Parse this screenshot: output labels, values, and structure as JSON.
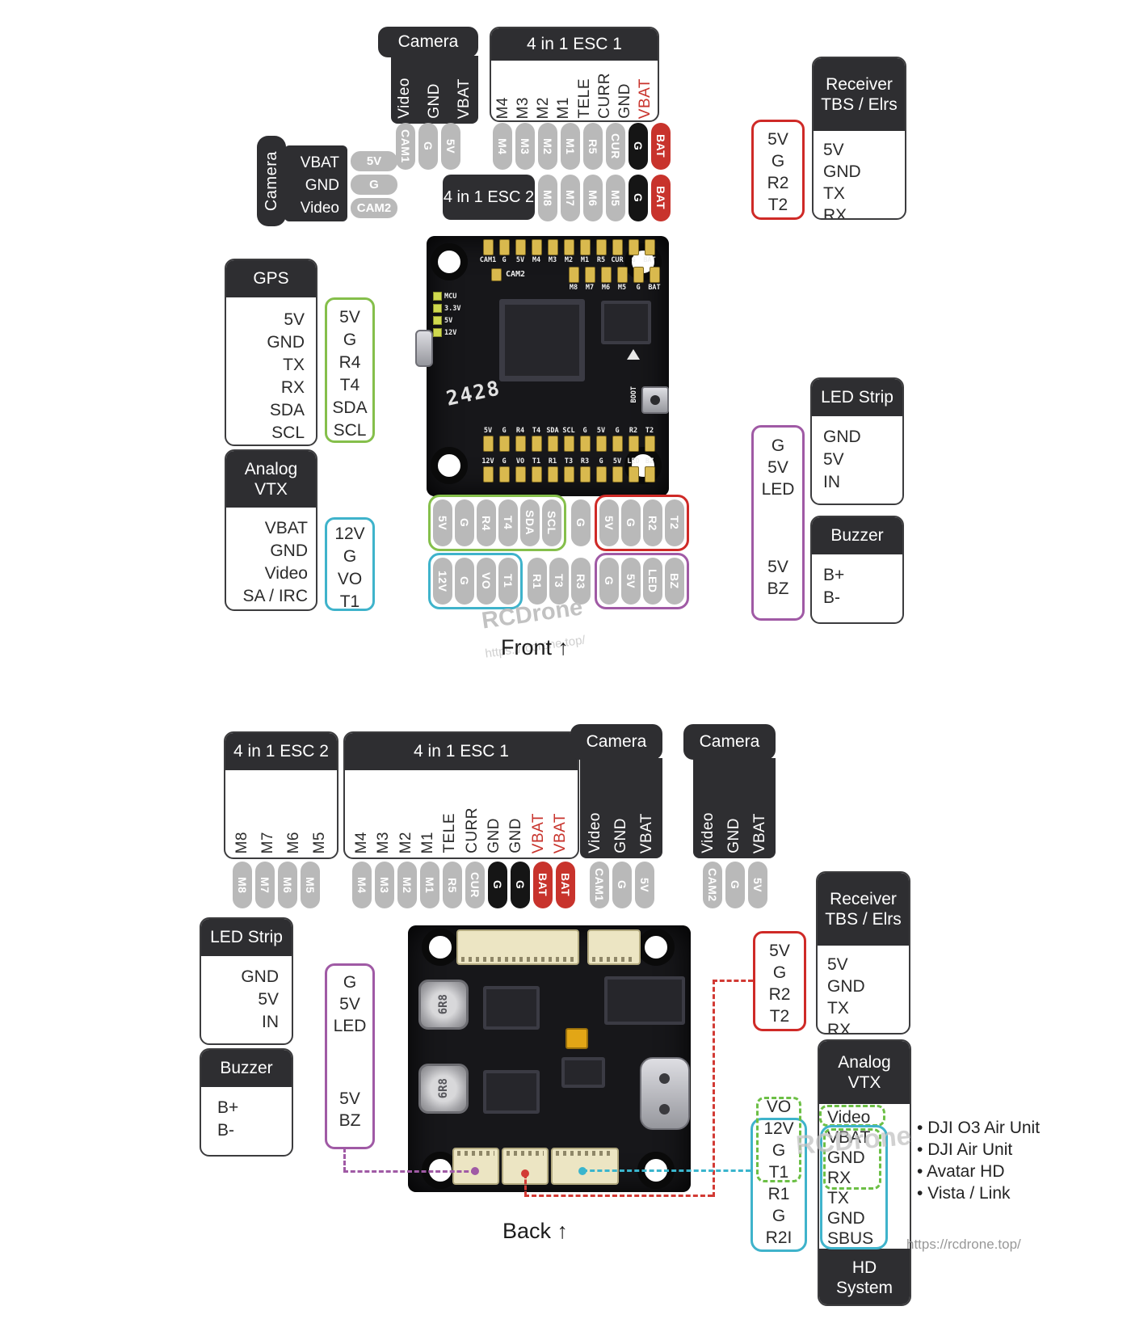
{
  "watermark": {
    "brand": "RCDrone",
    "url": "https://rcdrone.top/"
  },
  "front": {
    "section_label": "Front ↑",
    "camera_top": {
      "title": "Camera",
      "labels": [
        {
          "t": "Video"
        },
        {
          "t": "GND"
        },
        {
          "t": "VBAT"
        }
      ],
      "pads": [
        {
          "t": "CAM1"
        },
        {
          "t": "G"
        },
        {
          "t": "5V"
        }
      ]
    },
    "camera_left": {
      "title": "Camera",
      "rows": [
        "VBAT",
        "GND",
        "Video"
      ],
      "pads": [
        {
          "t": "5V"
        },
        {
          "t": "G"
        },
        {
          "t": "CAM2"
        }
      ]
    },
    "esc1": {
      "title": "4 in 1 ESC 1",
      "labels": [
        {
          "t": "M4"
        },
        {
          "t": "M3"
        },
        {
          "t": "M2"
        },
        {
          "t": "M1"
        },
        {
          "t": "TELE"
        },
        {
          "t": "CURR"
        },
        {
          "t": "GND"
        },
        {
          "t": "VBAT",
          "c": "red"
        }
      ],
      "pads": [
        {
          "t": "M4"
        },
        {
          "t": "M3"
        },
        {
          "t": "M2"
        },
        {
          "t": "M1"
        },
        {
          "t": "R5"
        },
        {
          "t": "CUR"
        },
        {
          "t": "G",
          "c": "black"
        },
        {
          "t": "BAT",
          "c": "red"
        }
      ]
    },
    "esc2": {
      "title": "4 in 1 ESC 2",
      "pads": [
        {
          "t": "M8"
        },
        {
          "t": "M7"
        },
        {
          "t": "M6"
        },
        {
          "t": "M5"
        },
        {
          "t": "G",
          "c": "black"
        },
        {
          "t": "BAT",
          "c": "red"
        }
      ]
    },
    "receiver": {
      "title_line1": "Receiver",
      "title_line2": "TBS / Elrs",
      "rows": [
        "5V",
        "GND",
        "TX",
        "RX"
      ],
      "pinbox": [
        "5V",
        "G",
        "R2",
        "T2"
      ]
    },
    "gps": {
      "title": "GPS",
      "rows": [
        "5V",
        "GND",
        "TX",
        "RX",
        "SDA",
        "SCL"
      ],
      "pinbox": [
        "5V",
        "G",
        "R4",
        "T4",
        "SDA",
        "SCL"
      ]
    },
    "analog_vtx": {
      "title_line1": "Analog",
      "title_line2": "VTX",
      "rows": [
        "VBAT",
        "GND",
        "Video",
        "SA / IRC"
      ],
      "pinbox": [
        "12V",
        "G",
        "VO",
        "T1"
      ]
    },
    "led_strip": {
      "title": "LED Strip",
      "rows": [
        "GND",
        "5V",
        "IN"
      ]
    },
    "buzzer": {
      "title": "Buzzer",
      "rows": [
        "B+",
        "B-"
      ]
    },
    "purple_pins": {
      "top": [
        "G",
        "5V",
        "LED"
      ],
      "bottom": [
        "5V",
        "BZ"
      ]
    },
    "bottom_row1": {
      "uart4_group": [
        {
          "t": "5V"
        },
        {
          "t": "G"
        },
        {
          "t": "R4"
        },
        {
          "t": "T4"
        },
        {
          "t": "SDA"
        },
        {
          "t": "SCL"
        }
      ],
      "mid": [
        {
          "t": "G"
        }
      ],
      "uart2_group": [
        {
          "t": "5V"
        },
        {
          "t": "G"
        },
        {
          "t": "R2"
        },
        {
          "t": "T2"
        }
      ]
    },
    "bottom_row2": {
      "vtx_group": [
        {
          "t": "12V"
        },
        {
          "t": "G"
        },
        {
          "t": "VO"
        },
        {
          "t": "T1"
        }
      ],
      "mid": [
        {
          "t": "R1"
        },
        {
          "t": "T3"
        },
        {
          "t": "R3"
        }
      ],
      "led_group": [
        {
          "t": "G"
        },
        {
          "t": "5V"
        },
        {
          "t": "LED"
        },
        {
          "t": "BZ"
        }
      ]
    },
    "board": {
      "silk_top_row1": "CAM1 G 5V M4 M3 M2 M1 R5 CUR G BAT",
      "silk_cam2": "CAM2",
      "silk_top_row2": "M8 M7 M6 M5 G BAT",
      "leds": [
        "MCU",
        "3.3V",
        "5V",
        "12V"
      ],
      "code": "2428",
      "boot_label": "BOOT",
      "silk_bottom_row1": "5V G R4 T4 SDA SCL G 5V G R2 T2",
      "silk_bottom_row2": "12V G VO T1 R1 T3 R3 G 5V LED BZ"
    }
  },
  "back": {
    "section_label": "Back ↑",
    "esc2": {
      "title": "4 in 1 ESC 2",
      "labels": [
        {
          "t": "M8"
        },
        {
          "t": "M7"
        },
        {
          "t": "M6"
        },
        {
          "t": "M5"
        }
      ],
      "pads": [
        {
          "t": "M8"
        },
        {
          "t": "M7"
        },
        {
          "t": "M6"
        },
        {
          "t": "M5"
        }
      ]
    },
    "esc1": {
      "title": "4 in 1 ESC 1",
      "labels": [
        {
          "t": "M4"
        },
        {
          "t": "M3"
        },
        {
          "t": "M2"
        },
        {
          "t": "M1"
        },
        {
          "t": "TELE"
        },
        {
          "t": "CURR"
        },
        {
          "t": "GND"
        },
        {
          "t": "GND"
        },
        {
          "t": "VBAT",
          "c": "red"
        },
        {
          "t": "VBAT",
          "c": "red"
        }
      ],
      "pads": [
        {
          "t": "M4"
        },
        {
          "t": "M3"
        },
        {
          "t": "M2"
        },
        {
          "t": "M1"
        },
        {
          "t": "R5"
        },
        {
          "t": "CUR"
        },
        {
          "t": "G",
          "c": "black"
        },
        {
          "t": "G",
          "c": "black"
        },
        {
          "t": "BAT",
          "c": "red"
        },
        {
          "t": "BAT",
          "c": "red"
        }
      ]
    },
    "camera1": {
      "title": "Camera",
      "labels": [
        {
          "t": "Video"
        },
        {
          "t": "GND"
        },
        {
          "t": "VBAT"
        }
      ],
      "pads": [
        {
          "t": "CAM1"
        },
        {
          "t": "G"
        },
        {
          "t": "5V"
        }
      ]
    },
    "camera2": {
      "title": "Camera",
      "labels": [
        {
          "t": "Video"
        },
        {
          "t": "GND"
        },
        {
          "t": "VBAT"
        }
      ],
      "pads": [
        {
          "t": "CAM2"
        },
        {
          "t": "G"
        },
        {
          "t": "5V"
        }
      ]
    },
    "receiver": {
      "title_line1": "Receiver",
      "title_line2": "TBS / Elrs",
      "rows": [
        "5V",
        "GND",
        "TX",
        "RX"
      ],
      "pinbox": [
        "5V",
        "G",
        "R2",
        "T2"
      ]
    },
    "led_strip": {
      "title": "LED Strip",
      "rows": [
        "GND",
        "5V",
        "IN"
      ]
    },
    "buzzer": {
      "title": "Buzzer",
      "rows": [
        "B+",
        "B-"
      ]
    },
    "purple_pins": {
      "top": [
        "G",
        "5V",
        "LED"
      ],
      "bottom": [
        "5V",
        "BZ"
      ]
    },
    "hd_block": {
      "title_line1": "Analog",
      "title_line2": "VTX",
      "rows": [
        "Video",
        "VBAT",
        "GND",
        "RX",
        "TX",
        "GND",
        "SBUS"
      ],
      "footer_line1": "HD",
      "footer_line2": "System",
      "left_pins": [
        "VO",
        "12V",
        "G",
        "T1",
        "R1",
        "G",
        "R2I"
      ],
      "bullets": [
        "DJI O3 Air Unit",
        "DJI Air Unit",
        "Avatar HD",
        "Vista / Link"
      ]
    },
    "board": {
      "inductor": "6R8"
    }
  }
}
